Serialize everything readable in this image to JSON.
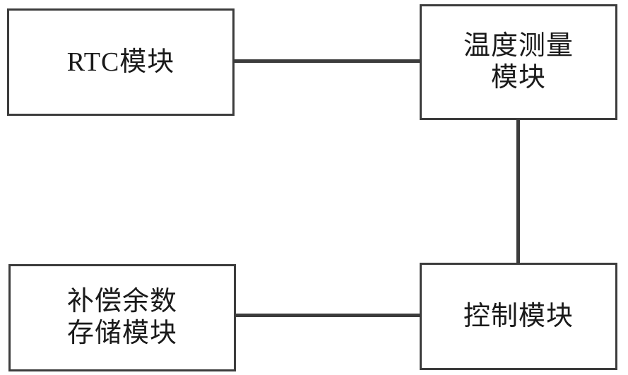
{
  "diagram": {
    "type": "block-diagram",
    "nodes": [
      {
        "id": "rtc",
        "label": "RTC模块"
      },
      {
        "id": "temp",
        "label": "温度测量\n模块"
      },
      {
        "id": "control",
        "label": "控制模块"
      },
      {
        "id": "storage",
        "label": "补偿余数\n存储模块"
      }
    ],
    "connections": [
      {
        "from": "rtc",
        "to": "temp",
        "orientation": "horizontal"
      },
      {
        "from": "temp",
        "to": "control",
        "orientation": "vertical"
      },
      {
        "from": "control",
        "to": "storage",
        "orientation": "horizontal"
      }
    ],
    "colors": {
      "stroke": "#3c3c3c",
      "text": "#1a1a1a",
      "background": "#ffffff"
    }
  }
}
